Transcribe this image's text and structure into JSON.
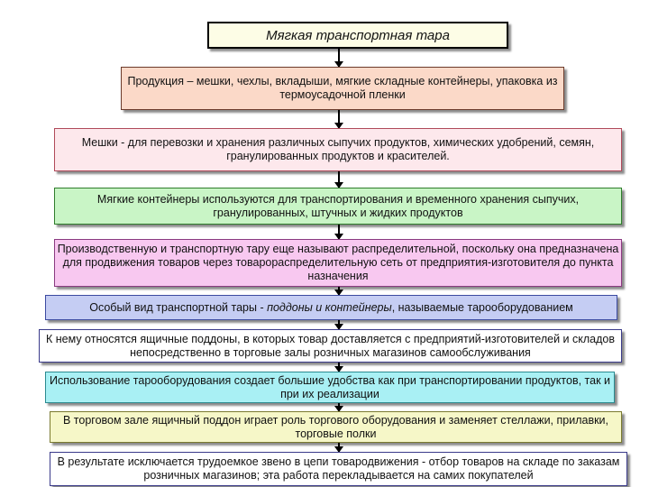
{
  "diagram": {
    "title": "Мягкая транспортная тара",
    "boxes": [
      {
        "text": "Продукция – мешки, чехлы, вкладыши, мягкие складные контейнеры, упаковка из термоусадочной пленки",
        "color": "#fbd9c8",
        "border": "#6b3a2a"
      },
      {
        "text": "Мешки - для перевозки и хранения различных сыпучих продуктов, химических удобрений, семян, гранулированных продуктов и красителей.",
        "color": "#fde8ec",
        "border": "#b04a5a"
      },
      {
        "text": "Мягкие контейнеры используются для транспортирования и временного хранения сыпучих, гранулированных, штучных и жидких продуктов",
        "color": "#c9f5c6",
        "border": "#2f7d2c"
      },
      {
        "text": "Производственную и транспортную тару еще называют распределительной, поскольку она предназначена для продвижения товаров через товарораспределительную сеть от предприятия-изготовителя до пункта назначения",
        "color": "#f8c8f0",
        "border": "#8a3a80"
      },
      {
        "text_before": "Особый вид транспортной тары - ",
        "text_em": "поддоны и контейнеры",
        "text_after": ", называемые тарооборудованием",
        "color": "#c5cdf3",
        "border": "#3b4aa0"
      },
      {
        "text": "К нему относятся ящичные поддоны, в которых товар доставляется с предприятий-изготовителей и складов непосредственно в торговые залы розничных магазинов самообслуживания",
        "color": "#ffffff",
        "border": "#3a3a8a"
      },
      {
        "text": "Использование тарооборудования создает большие удобства как при транспортировании продуктов, так и при их реализации",
        "color": "#a9f0f4",
        "border": "#2b8a90"
      },
      {
        "text": "В торговом зале ящичный поддон играет роль торгового оборудования и заменяет стеллажи, прилавки, торговые полки",
        "color": "#f6f7c8",
        "border": "#7a7a30"
      },
      {
        "text": "В результате  исключается трудоемкое звено в цепи товародвижения - отбор товаров на складе по заказам розничных магазинов; эта работа перекладывается на самих покупателей",
        "color": "#ffffff",
        "border": "#3a3a8a"
      }
    ]
  }
}
